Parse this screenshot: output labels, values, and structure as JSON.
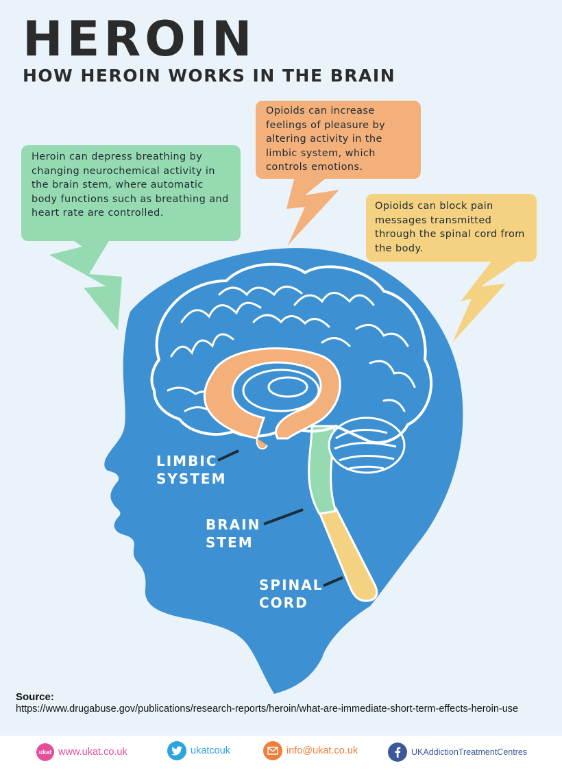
{
  "header": {
    "title": "HEROIN",
    "subtitle": "HOW HEROIN WORKS IN THE BRAIN"
  },
  "callouts": {
    "brain_stem": "Heroin can depress breathing by changing neurochemical activity in the brain stem, where automatic body functions such as breathing and heart rate are controlled.",
    "limbic": "Opioids can increase feelings of pleasure by altering activity in the limbic system, which controls emotions.",
    "spinal": "Opioids can block pain messages transmitted through the spinal cord from the body."
  },
  "labels": {
    "limbic": "LIMBIC\nSYSTEM",
    "brain_stem": "BRAIN\nSTEM",
    "spinal": "SPINAL\nCORD"
  },
  "source": {
    "heading": "Source:",
    "url": "https://www.drugabuse.gov/publications/research-reports/heroin/what-are-immediate-short-term-effects-heroin-use"
  },
  "footer": {
    "web_badge": "ukat",
    "web": "www.ukat.co.uk",
    "twitter": "ukatcouk",
    "email": "info@ukat.co.uk",
    "facebook": "UKAddictionTreatmentCentres"
  },
  "colors": {
    "head": "#3d91d2",
    "green": "#96dab2",
    "orange": "#f3b07b",
    "yellow": "#f5d281",
    "ukat_pink": "#e64e9c",
    "twitter": "#2ba4e0",
    "email": "#f07e3a",
    "facebook": "#3b5998"
  }
}
